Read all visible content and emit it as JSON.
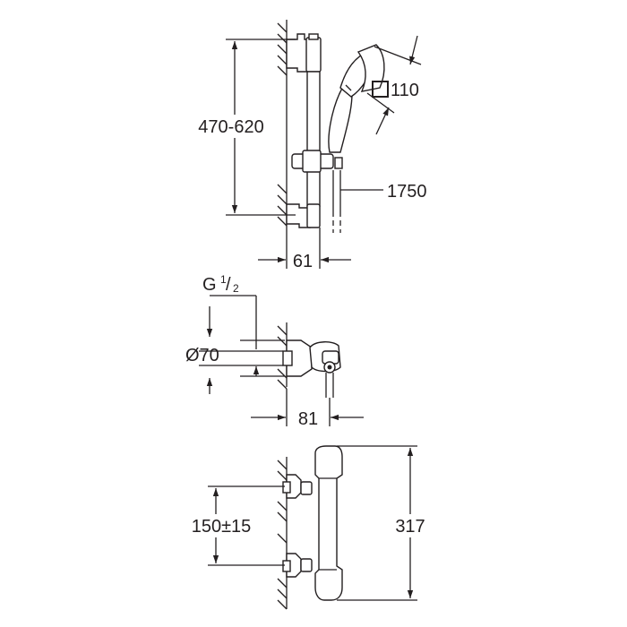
{
  "dimensions": {
    "rail_adjust": "470-620",
    "handshower_size": "110",
    "hose_length": "1750",
    "rail_depth": "61",
    "thread": {
      "letter": "G",
      "num": "1",
      "den": "2"
    },
    "flange_diameter": "Ø70",
    "mixer_depth": "81",
    "inlet_spacing": "150±15",
    "mixer_height": "317"
  },
  "icons": {
    "square_symbol": "square-icon"
  }
}
